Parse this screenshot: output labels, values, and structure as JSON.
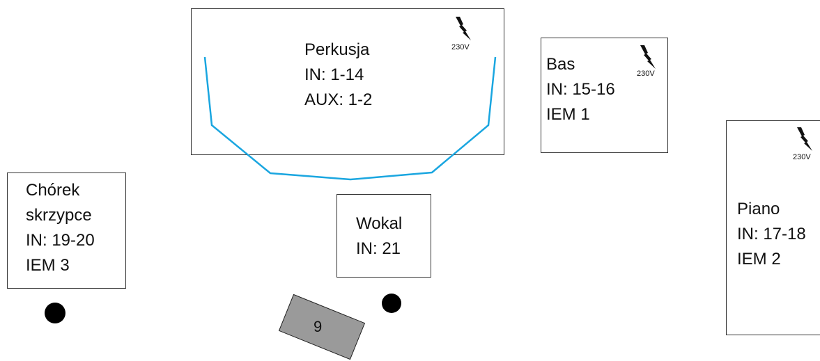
{
  "stage": {
    "colors": {
      "riser_line": "#1aa6e0",
      "wedge": "#9a9a9a",
      "mic": "#000000",
      "border": "#333333"
    },
    "drums": {
      "name": "Perkusja",
      "in": "IN: 1-14",
      "aux": "AUX: 1-2",
      "power": "230V",
      "power_icon": "lightning-bolt"
    },
    "bass": {
      "name": "Bas",
      "in": "IN: 15-16",
      "iem": "IEM 1",
      "power": "230V",
      "power_icon": "lightning-bolt"
    },
    "piano": {
      "name": "Piano",
      "in": "IN: 17-18",
      "iem": "IEM 2",
      "power": "230V",
      "power_icon": "lightning-bolt"
    },
    "choir": {
      "name_line1": "Chórek",
      "name_line2": "skrzypce",
      "in": "IN: 19-20",
      "iem": "IEM 3"
    },
    "vocal": {
      "name": "Wokal",
      "in": "IN: 21"
    },
    "wedge": {
      "label": "9"
    }
  }
}
